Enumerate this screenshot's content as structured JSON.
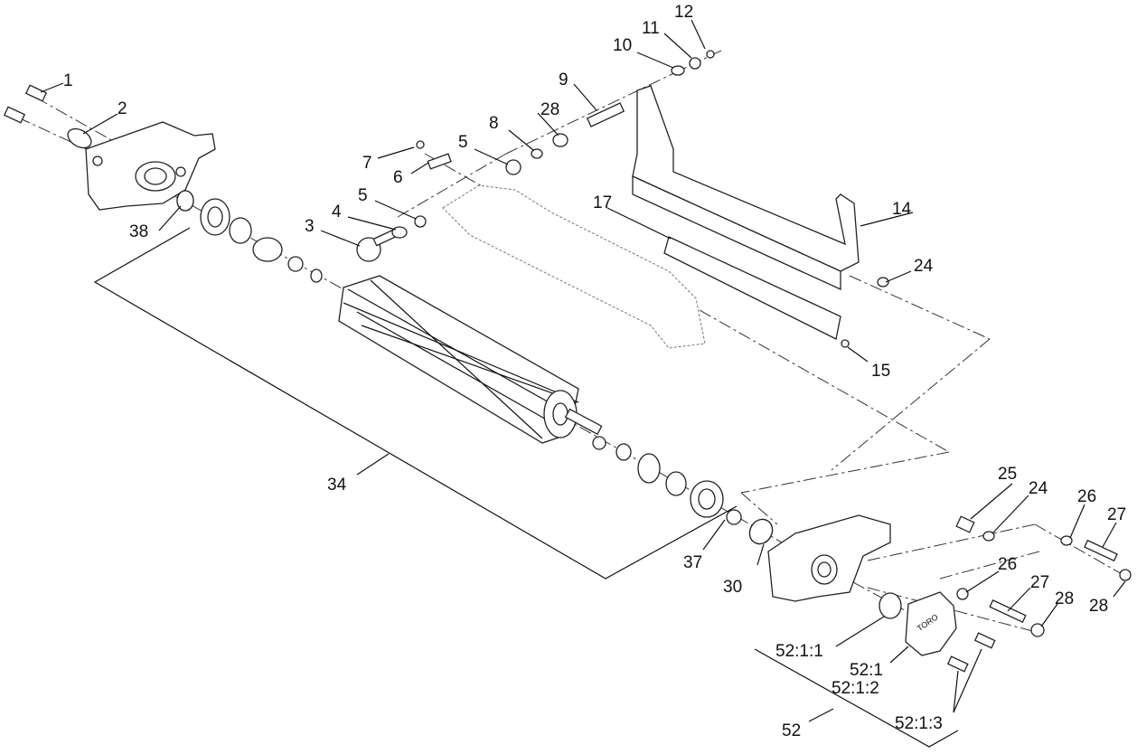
{
  "labels": {
    "l1": "1",
    "l2": "2",
    "l3": "3",
    "l4": "4",
    "l5a": "5",
    "l5b": "5",
    "l6": "6",
    "l7": "7",
    "l8": "8",
    "l9": "9",
    "l10": "10",
    "l11": "11",
    "l12": "12",
    "l14": "14",
    "l15": "15",
    "l17": "17",
    "l24a": "24",
    "l24b": "24",
    "l25": "25",
    "l26a": "26",
    "l26b": "26",
    "l27a": "27",
    "l27b": "27",
    "l28a": "28",
    "l28b": "28",
    "l28c": "28",
    "l30": "30",
    "l34": "34",
    "l37": "37",
    "l38": "38",
    "l52": "52",
    "l52_1": "52:1",
    "l52_1_1": "52:1:1",
    "l52_1_2": "52:1:2",
    "l52_1_3": "52:1:3"
  },
  "cover_logo": "TORO"
}
